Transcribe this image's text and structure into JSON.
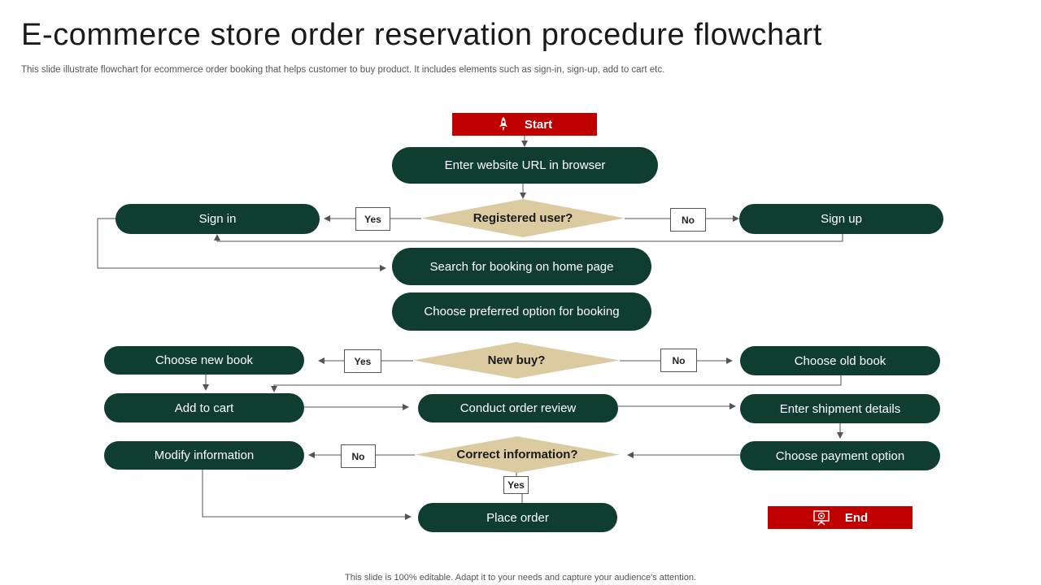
{
  "header": {
    "title": "E-commerce store order reservation procedure flowchart",
    "subtitle": "This slide illustrate flowchart for ecommerce order booking that helps customer to buy product. It includes elements such as sign-in, sign-up, add to cart etc."
  },
  "flow": {
    "start": "Start",
    "enter_url": "Enter website URL in browser",
    "registered_user": "Registered user?",
    "sign_in": "Sign in",
    "sign_up": "Sign up",
    "yes_1": "Yes",
    "no_1": "No",
    "search_booking": "Search for booking on home page",
    "choose_option": "Choose preferred option for booking",
    "new_buy": "New buy?",
    "yes_2": "Yes",
    "no_2": "No",
    "choose_new_book": "Choose new book",
    "choose_old_book": "Choose old book",
    "add_to_cart": "Add to cart",
    "order_review": "Conduct order review",
    "shipment_details": "Enter shipment details",
    "payment_option": "Choose payment option",
    "correct_information": "Correct information?",
    "no_3": "No",
    "yes_3": "Yes",
    "modify_information": "Modify information",
    "place_order": "Place order",
    "end": "End"
  },
  "colors": {
    "node_green": "#0f3d30",
    "decision_tan": "#dccaa0",
    "terminal_red": "#c00000",
    "connector": "#555555"
  },
  "icons": {
    "start": "rocket-icon",
    "end": "presentation-target-icon"
  },
  "footer": {
    "note": "This slide is 100% editable. Adapt it to your needs and capture your audience's attention."
  }
}
